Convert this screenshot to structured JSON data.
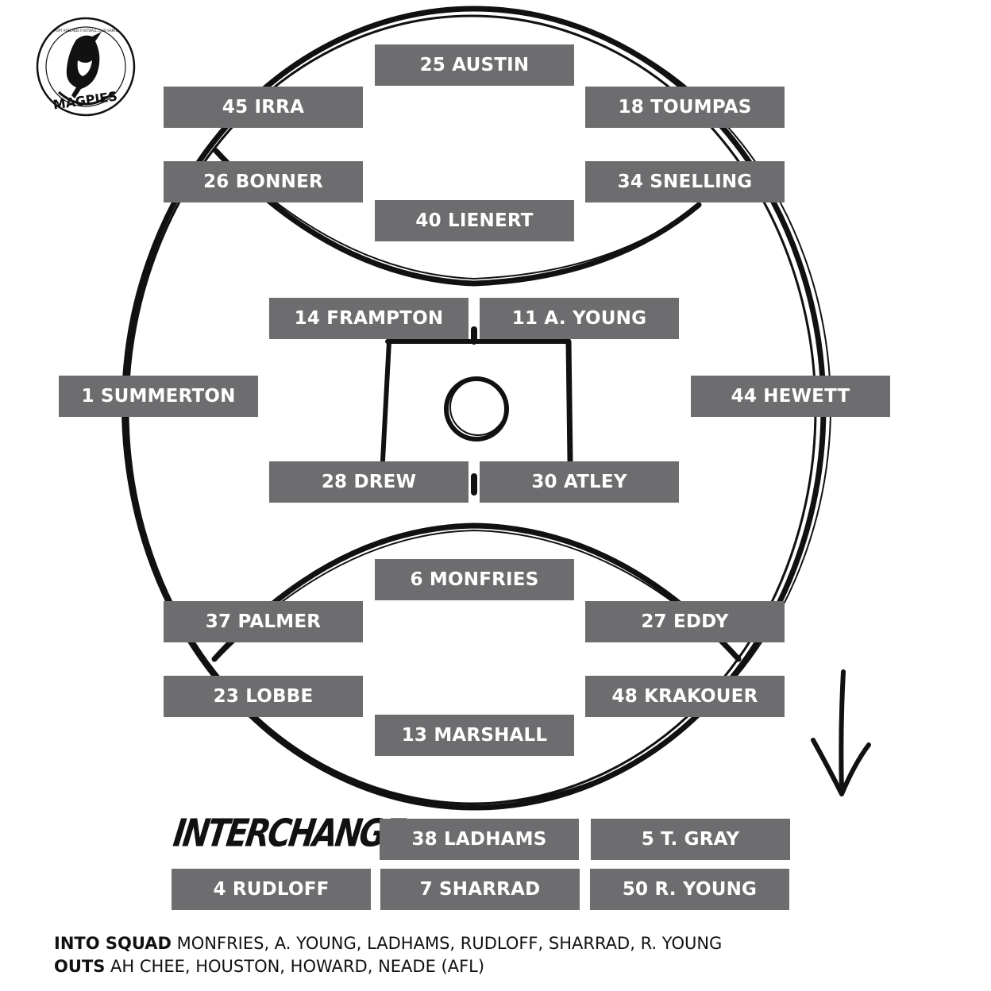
{
  "logo": {
    "text": "MAGPIES",
    "ring_text": "PORT ADELAIDE FOOTBALL CLUB SANFL"
  },
  "players": {
    "full_forward": "25 AUSTIN",
    "forward_pocket_left": "45 IRRA",
    "forward_pocket_right": "18 TOUMPAS",
    "half_forward_left": "26 BONNER",
    "half_forward_right": "34 SNELLING",
    "centre_half_forward": "40 LIENERT",
    "centre_top_left": "14 FRAMPTON",
    "centre_top_right": "11 A. YOUNG",
    "wing_left": "1 SUMMERTON",
    "wing_right": "44 HEWETT",
    "centre_bottom_left": "28 DREW",
    "centre_bottom_right": "30 ATLEY",
    "centre_half_back": "6 MONFRIES",
    "half_back_left": "37 PALMER",
    "half_back_right": "27 EDDY",
    "back_pocket_left": "23 LOBBE",
    "back_pocket_right": "48 KRAKOUER",
    "full_back": "13 MARSHALL"
  },
  "interchange": {
    "title": "INTERCHANGE",
    "players": [
      "38 LADHAMS",
      "5 T. GRAY",
      "4 RUDLOFF",
      "7 SHARRAD",
      "50 R. YOUNG"
    ]
  },
  "notes": {
    "ins_label": "INTO SQUAD",
    "ins_value": "MONFRIES, A. YOUNG, LADHAMS, RUDLOFF, SHARRAD, R. YOUNG",
    "outs_label": "OUTS",
    "outs_value": "AH CHEE, HOUSTON, HOWARD, NEADE (AFL)"
  },
  "colors": {
    "box_fill": "#6d6d6f",
    "box_text": "#ffffff",
    "lines": "#111111",
    "background": "#ffffff"
  },
  "icons": [
    "magpie-logo-icon",
    "down-arrow-icon"
  ]
}
